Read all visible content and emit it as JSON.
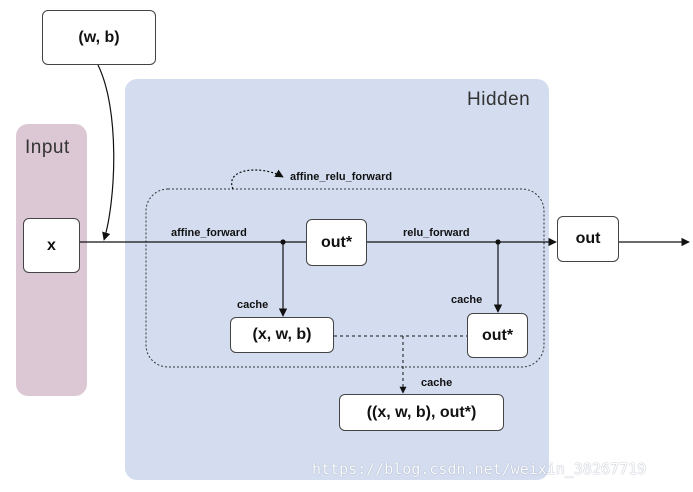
{
  "panels": {
    "input_title": "Input",
    "hidden_title": "Hidden"
  },
  "nodes": {
    "wb": "(w, b)",
    "x": "x",
    "out_star_top": "out*",
    "xwb": "(x, w, b)",
    "out_star_bottom": "out*",
    "result": "((x, w, b), out*)",
    "out": "out"
  },
  "edge_labels": {
    "affine_relu_forward": "affine_relu_forward",
    "affine_forward": "affine_forward",
    "relu_forward": "relu_forward",
    "cache_left": "cache",
    "cache_right": "cache",
    "cache_bottom": "cache"
  },
  "watermark": "https://blog.csdn.net/weixin_38267719",
  "colors": {
    "input_panel": "#dcc8d4",
    "hidden_panel": "#d4ddf0",
    "line": "#111111"
  }
}
